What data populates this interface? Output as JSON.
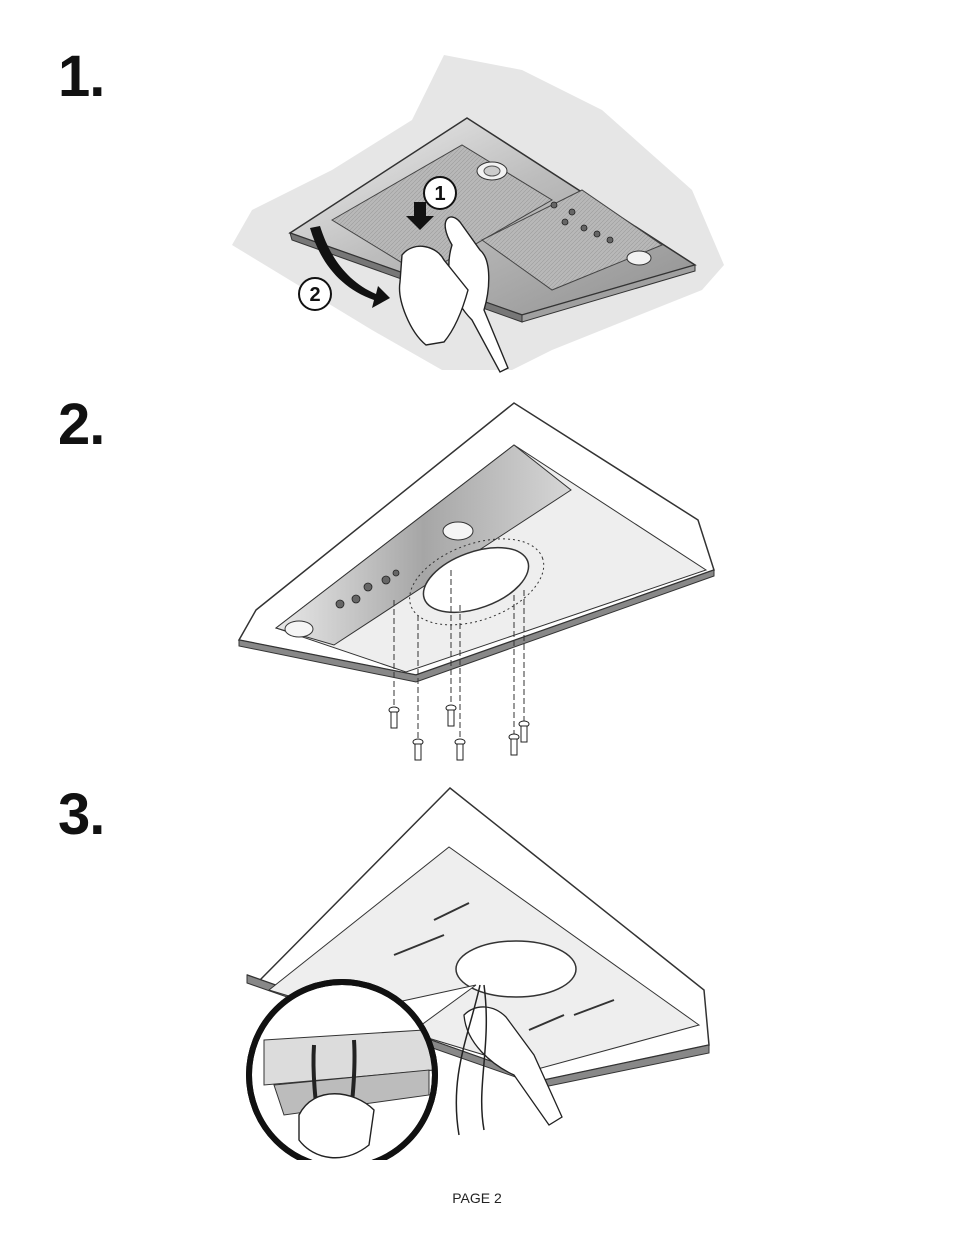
{
  "steps": [
    {
      "number": "1."
    },
    {
      "number": "2."
    },
    {
      "number": "3."
    }
  ],
  "callouts": {
    "one": "1",
    "two": "2"
  },
  "footer": {
    "page_label": "PAGE 2"
  },
  "colors": {
    "ink": "#111111",
    "ceiling_gray": "#e6e6e6",
    "steel_light": "#efefef",
    "steel_dark": "#9a9a9a"
  }
}
